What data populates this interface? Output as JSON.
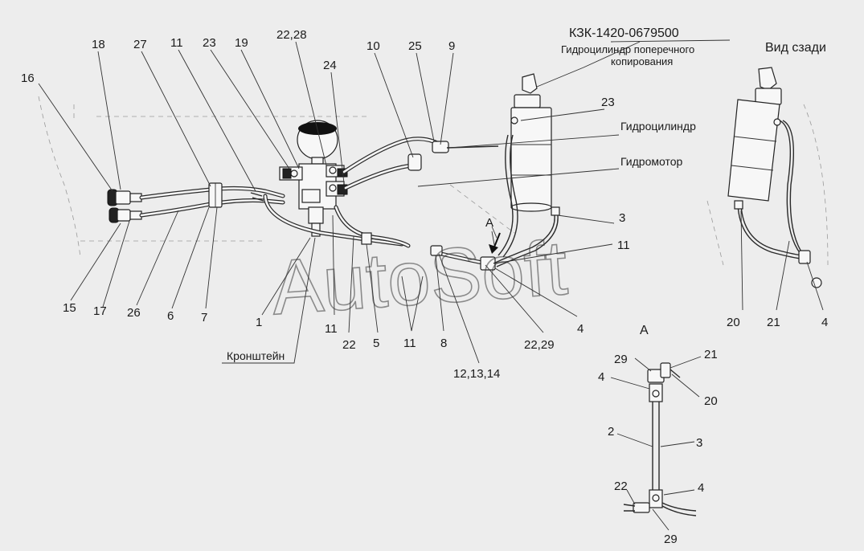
{
  "title": "КЗК-1420-0679500",
  "captions": {
    "cylinder_transverse_line1": "Гидроцилиндр поперечного",
    "cylinder_transverse_line2": "копирования",
    "rear_view": "Вид сзади",
    "cylinder": "Гидроцилиндр",
    "motor": "Гидромотор",
    "bracket": "Кронштейн",
    "view_a_arrow": "A",
    "view_a_title": "A"
  },
  "watermark": "AutoSoft",
  "callouts": {
    "c16": "16",
    "c18": "18",
    "c27": "27",
    "c11a": "11",
    "c23a": "23",
    "c19": "19",
    "c2228a": "22,28",
    "c24": "24",
    "c10": "10",
    "c25": "25",
    "c9": "9",
    "c23b": "23",
    "c3a": "3",
    "c11b": "11",
    "c15": "15",
    "c17": "17",
    "c26": "26",
    "c6": "6",
    "c7": "7",
    "c1": "1",
    "c11c": "11",
    "c22a": "22",
    "c5": "5",
    "c11d": "11",
    "c8": "8",
    "c121314": "12,13,14",
    "c2229": "22,29",
    "c4a": "4",
    "c20a": "20",
    "c21a": "21",
    "c4b": "4",
    "c29a": "29",
    "c21b": "21",
    "c4c": "4",
    "c20b": "20",
    "c2": "2",
    "c3b": "3",
    "c22b": "22",
    "c4d": "4",
    "c29b": "29"
  }
}
